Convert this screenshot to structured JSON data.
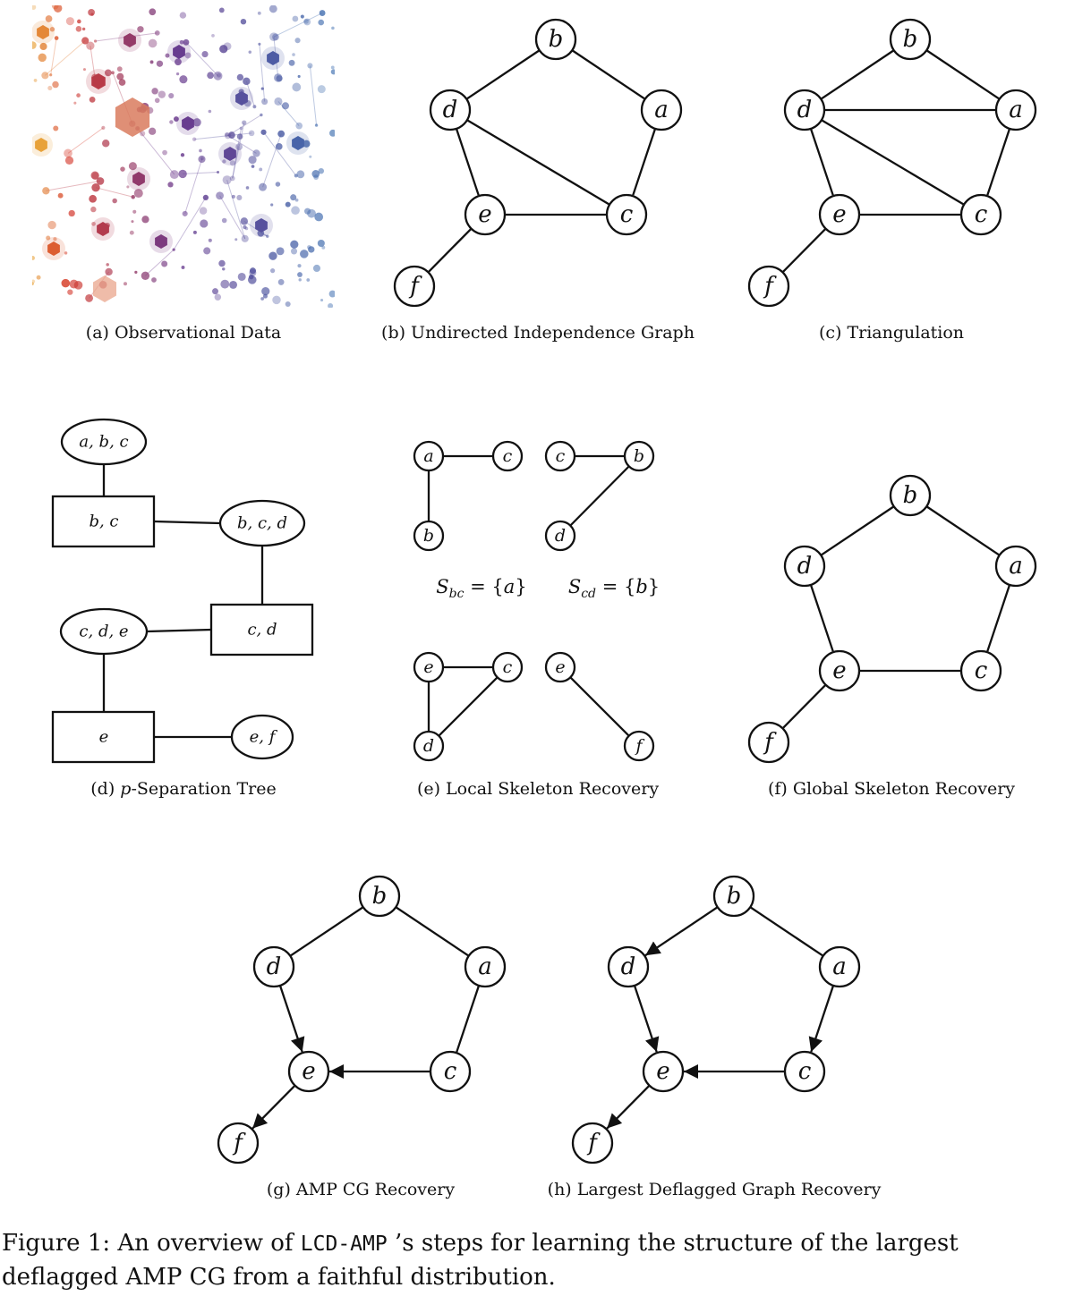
{
  "panels": {
    "a": {
      "caption": "(a) Observational Data"
    },
    "b": {
      "caption": "(b) Undirected Independence Graph"
    },
    "c": {
      "caption": "(c) Triangulation"
    },
    "d": {
      "caption_prefix": "(d) ",
      "caption_italic": "p",
      "caption_rest": "-Separation Tree"
    },
    "e": {
      "caption": "(e) Local Skeleton Recovery"
    },
    "f": {
      "caption": "(f) Global Skeleton Recovery"
    },
    "g": {
      "caption": "(g) AMP CG Recovery"
    },
    "h": {
      "caption": "(h) Largest Deflagged Graph Recovery"
    }
  },
  "graph_nodes": [
    "a",
    "b",
    "c",
    "d",
    "e",
    "f"
  ],
  "graphs": {
    "b": {
      "edges": [
        [
          "b",
          "d"
        ],
        [
          "b",
          "a"
        ],
        [
          "d",
          "e"
        ],
        [
          "d",
          "c"
        ],
        [
          "a",
          "c"
        ],
        [
          "e",
          "c"
        ],
        [
          "e",
          "f"
        ]
      ]
    },
    "c": {
      "edges": [
        [
          "b",
          "d"
        ],
        [
          "b",
          "a"
        ],
        [
          "d",
          "a"
        ],
        [
          "d",
          "e"
        ],
        [
          "d",
          "c"
        ],
        [
          "a",
          "c"
        ],
        [
          "e",
          "c"
        ],
        [
          "e",
          "f"
        ]
      ]
    },
    "f": {
      "edges": [
        [
          "b",
          "d"
        ],
        [
          "b",
          "a"
        ],
        [
          "d",
          "e"
        ],
        [
          "a",
          "c"
        ],
        [
          "e",
          "c"
        ],
        [
          "e",
          "f"
        ]
      ]
    },
    "g": {
      "edges": [
        [
          "b",
          "d"
        ],
        [
          "b",
          "a"
        ],
        [
          "a",
          "c"
        ]
      ],
      "arcs": [
        [
          "d",
          "e"
        ],
        [
          "c",
          "e"
        ],
        [
          "e",
          "f"
        ]
      ]
    },
    "h": {
      "edges": [
        [
          "b",
          "a"
        ]
      ],
      "arcs": [
        [
          "b",
          "d"
        ],
        [
          "a",
          "c"
        ],
        [
          "d",
          "e"
        ],
        [
          "c",
          "e"
        ],
        [
          "e",
          "f"
        ]
      ]
    }
  },
  "separation_tree": {
    "cliques": [
      "a, b, c",
      "b, c, d",
      "c, d, e",
      "e, f"
    ],
    "separators": [
      "b, c",
      "c, d",
      "e"
    ]
  },
  "local_skeletons": [
    {
      "nodes": [
        "a",
        "c",
        "b"
      ],
      "edges": [
        [
          "a",
          "c"
        ],
        [
          "a",
          "b"
        ]
      ]
    },
    {
      "nodes": [
        "c",
        "b",
        "d"
      ],
      "edges": [
        [
          "c",
          "b"
        ],
        [
          "b",
          "d"
        ]
      ]
    },
    {
      "nodes": [
        "e",
        "c",
        "d"
      ],
      "edges": [
        [
          "e",
          "c"
        ],
        [
          "e",
          "d"
        ],
        [
          "c",
          "d"
        ]
      ]
    },
    {
      "nodes": [
        "e",
        "f"
      ],
      "edges": [
        [
          "e",
          "f"
        ]
      ]
    }
  ],
  "separating_sets": [
    {
      "S": "S",
      "sub": "bc",
      "eq": " = {",
      "val": "a",
      "end": "}"
    },
    {
      "S": "S",
      "sub": "cd",
      "eq": " = {",
      "val": "b",
      "end": "}"
    }
  ],
  "figure_caption": {
    "prefix": "Figure 1:  An overview of ",
    "code": "LCD-AMP",
    "suffix": " ’s steps for learning the structure of the largest deflagged AMP CG from a faithful distribution."
  },
  "colors": {
    "ink": "#111111",
    "red": "#d63a2c",
    "purple": "#6a3a8e",
    "blue": "#3f6fb0",
    "orange": "#e8a23a"
  }
}
